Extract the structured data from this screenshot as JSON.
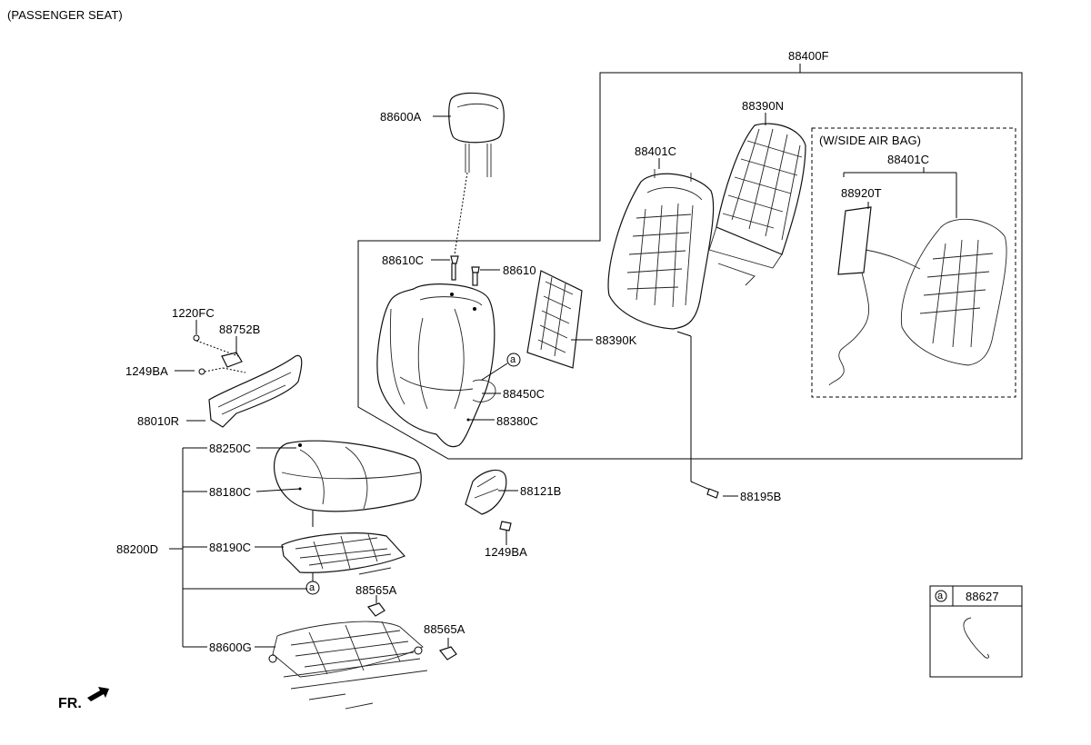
{
  "diagram": {
    "title": "(PASSENGER SEAT)",
    "direction_marker": "FR.",
    "group_labels": {
      "assembly": "88400F",
      "airbag_variant": "(W/SIDE AIR BAG)"
    },
    "callout_reference": {
      "symbol": "a",
      "part": "88627"
    },
    "parts": [
      {
        "id": "88600A",
        "desc": "headrest"
      },
      {
        "id": "88610C",
        "desc": "headrest guide"
      },
      {
        "id": "88610",
        "desc": "headrest guide"
      },
      {
        "id": "88390N",
        "desc": "back frame mat"
      },
      {
        "id": "88401C",
        "desc": "back frame"
      },
      {
        "id": "88401C_airbag",
        "label": "88401C",
        "desc": "back frame with airbag"
      },
      {
        "id": "88920T",
        "desc": "side airbag module"
      },
      {
        "id": "88390K",
        "desc": "lumbar support"
      },
      {
        "id": "88450C",
        "desc": "back pad"
      },
      {
        "id": "88380C",
        "desc": "back covering"
      },
      {
        "id": "1220FC",
        "desc": "screw"
      },
      {
        "id": "88752B",
        "desc": "bracket"
      },
      {
        "id": "1249BA",
        "desc": "bolt"
      },
      {
        "id": "88010R",
        "desc": "side shield"
      },
      {
        "id": "88250C",
        "desc": "cushion assembly"
      },
      {
        "id": "88180C",
        "desc": "cushion pad"
      },
      {
        "id": "88200D",
        "desc": "cushion assembly"
      },
      {
        "id": "88190C",
        "desc": "cushion frame"
      },
      {
        "id": "88121B",
        "desc": "cover"
      },
      {
        "id": "1249BA_2",
        "label": "1249BA",
        "desc": "bolt"
      },
      {
        "id": "88195B",
        "desc": "bolt"
      },
      {
        "id": "88565A",
        "desc": "clip"
      },
      {
        "id": "88565A_2",
        "label": "88565A",
        "desc": "clip"
      },
      {
        "id": "88600G",
        "desc": "track assembly"
      }
    ],
    "circle_marker": "a"
  }
}
